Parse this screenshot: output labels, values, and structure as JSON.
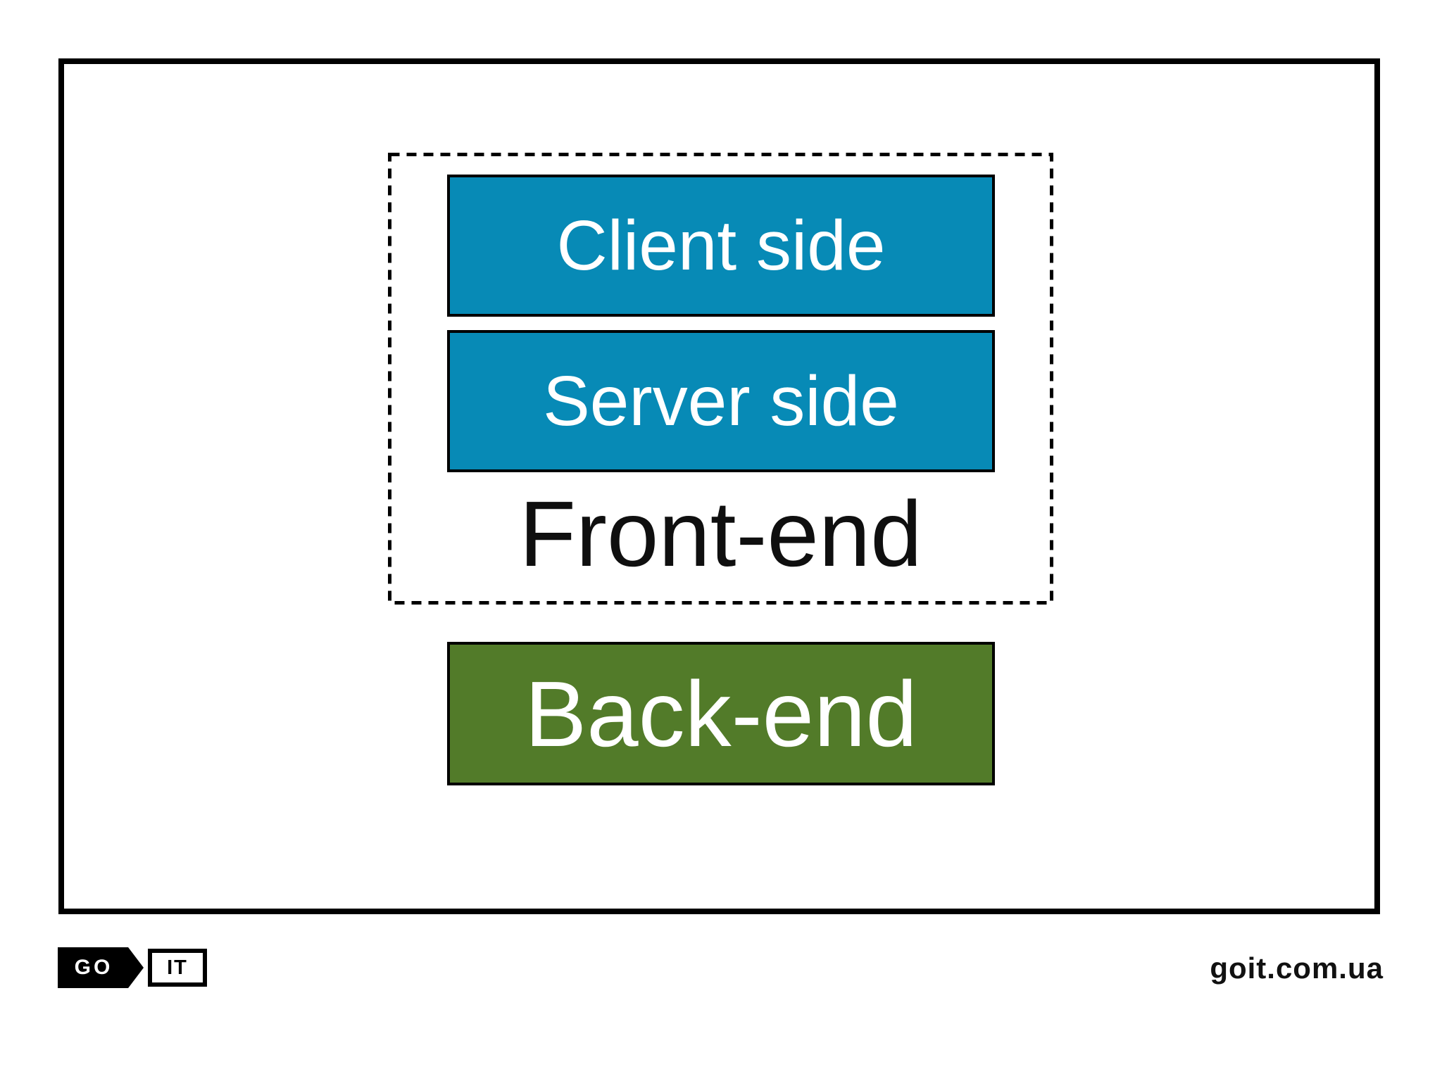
{
  "slide": {
    "front_end_group": {
      "client_box_label": "Client side",
      "server_box_label": "Server side",
      "group_label": "Front-end"
    },
    "back_end_box_label": "Back-end"
  },
  "footer": {
    "logo_go": "GO",
    "logo_it": "IT",
    "site_url": "goit.com.ua"
  },
  "colors": {
    "box_blue": "#078ab6",
    "box_green": "#527b29"
  }
}
